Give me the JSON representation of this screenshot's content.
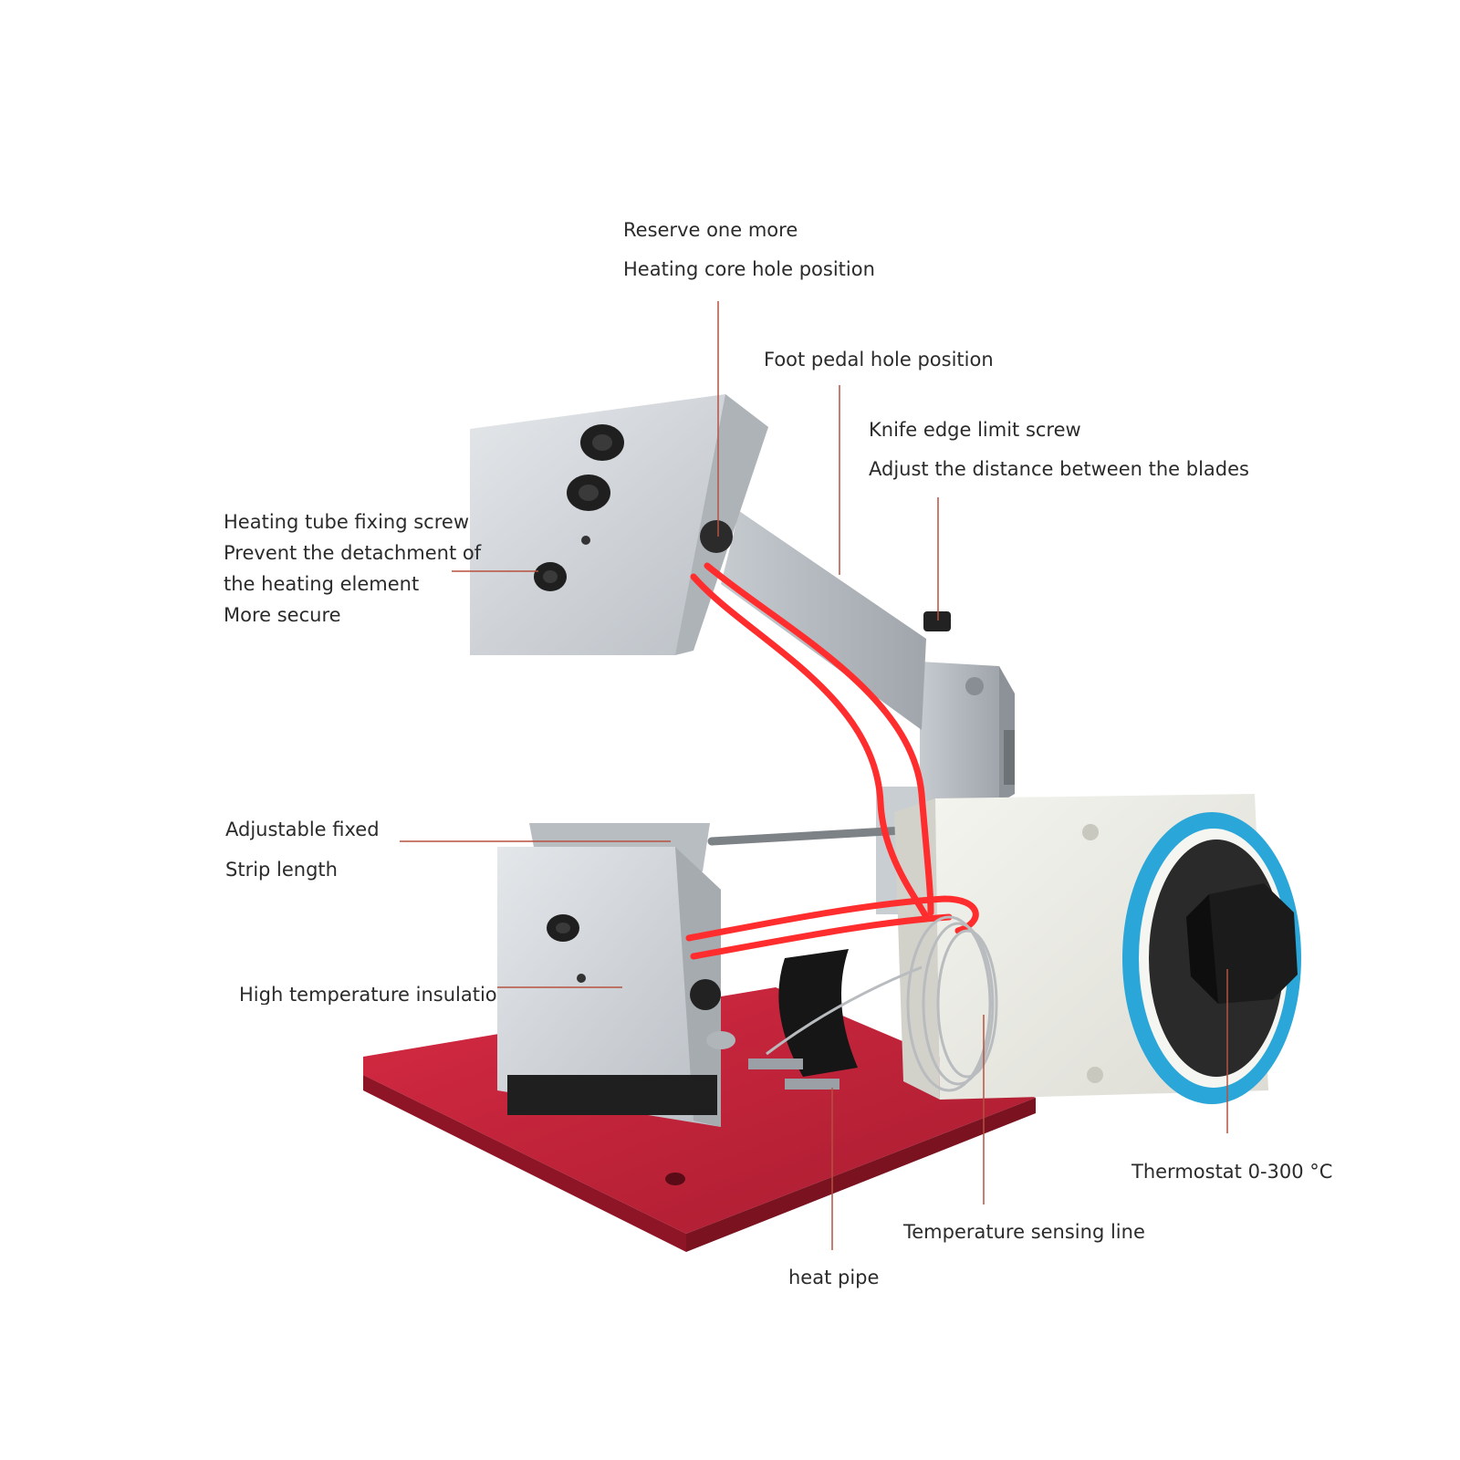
{
  "colors": {
    "background": "#ffffff",
    "leader_line": "#b5523f",
    "base_plate": "#c2233a",
    "aluminum": "#d2d6da",
    "heating_wire": "#ff2d2d",
    "thermostat_ring": "#2aa6d8",
    "knob": "#1c1c1c",
    "housing": "#eeeee7"
  },
  "labels": {
    "reserve_hole_line1": "Reserve one more",
    "reserve_hole_line2": "Heating core hole position",
    "foot_pedal": "Foot pedal hole position",
    "knife_limit_line1": "Knife edge limit screw",
    "knife_limit_line2": "Adjust the distance between the blades",
    "fixing_screw_line1": "Heating tube fixing screw",
    "fixing_screw_line2": "Prevent the detachment of",
    "fixing_screw_line3": "the heating element",
    "fixing_screw_line4": "More secure",
    "strip_length_line1": "Adjustable fixed",
    "strip_length_line2": "Strip length",
    "insulation": "High temperature insulatio",
    "thermostat": "Thermostat 0-300 °C",
    "sensing_line": "Temperature sensing line",
    "heat_pipe": "heat pipe"
  },
  "icons": [
    "hex-socket-screw-icon",
    "temperature-dial-icon"
  ]
}
